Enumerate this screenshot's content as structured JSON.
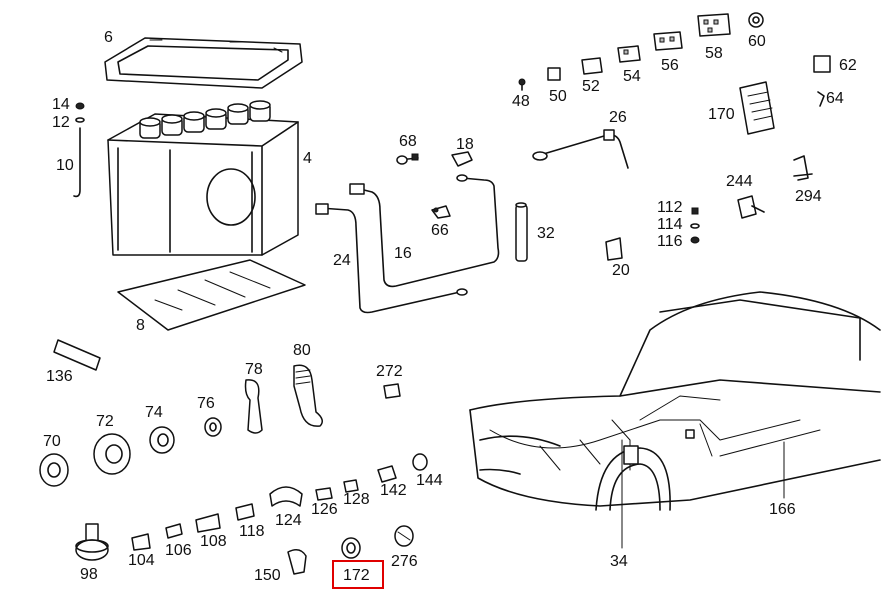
{
  "diagram": {
    "part_numbers": {
      "p6": "6",
      "p14": "14",
      "p12": "12",
      "p10": "10",
      "p4": "4",
      "p8": "8",
      "p68": "68",
      "p18": "18",
      "p66": "66",
      "p24": "24",
      "p16": "16",
      "p32": "32",
      "p26": "26",
      "p20": "20",
      "p48": "48",
      "p50": "50",
      "p52": "52",
      "p54": "54",
      "p56": "56",
      "p58": "58",
      "p60": "60",
      "p62": "62",
      "p64": "64",
      "p170": "170",
      "p244": "244",
      "p294": "294",
      "p112": "112",
      "p114": "114",
      "p116": "116",
      "p136": "136",
      "p78": "78",
      "p80": "80",
      "p272": "272",
      "p72": "72",
      "p74": "74",
      "p76": "76",
      "p70": "70",
      "p144": "144",
      "p142": "142",
      "p128": "128",
      "p126": "126",
      "p124": "124",
      "p118": "118",
      "p108": "108",
      "p106": "106",
      "p104": "104",
      "p98": "98",
      "p150": "150",
      "p172": "172",
      "p276": "276",
      "p34": "34",
      "p166": "166"
    },
    "highlight": {
      "part": "172",
      "color": "#e00000"
    }
  }
}
